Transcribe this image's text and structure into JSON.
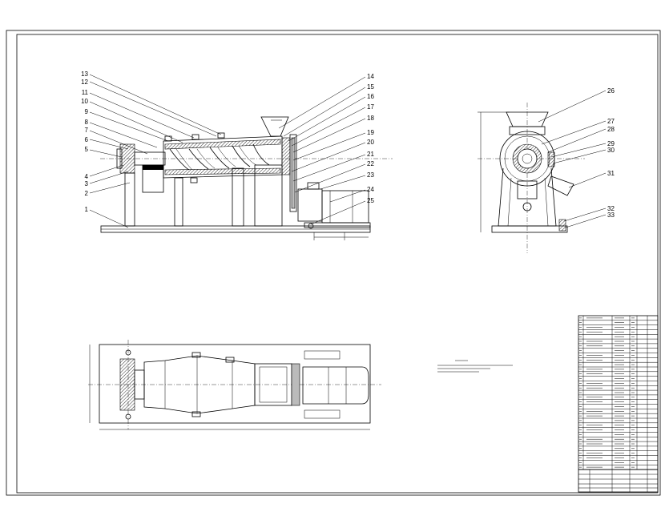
{
  "side_view": {
    "left_callouts": [
      "13",
      "12",
      "11",
      "10",
      "9",
      "8",
      "7",
      "6",
      "5",
      "4",
      "3",
      "2",
      "1"
    ],
    "right_callouts": [
      "14",
      "15",
      "16",
      "17",
      "18",
      "19",
      "20",
      "21",
      "22",
      "23",
      "24",
      "25"
    ]
  },
  "end_view": {
    "right_callouts": [
      "26",
      "27",
      "28",
      "29",
      "30",
      "31",
      "32",
      "33"
    ]
  }
}
